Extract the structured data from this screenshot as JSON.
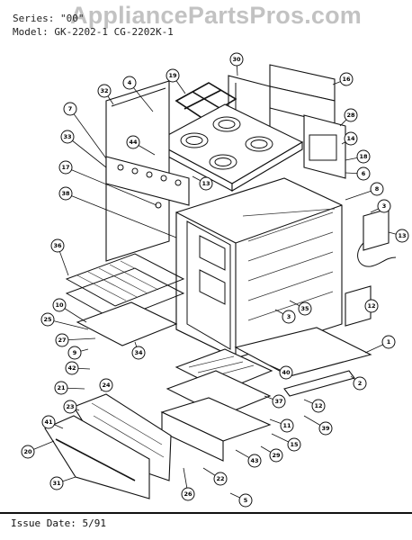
{
  "header": {
    "series_line": "Series: \"00\"",
    "model_line": "Model: GK-2202-1  CG-2202K-1",
    "watermark": "AppliancePartsPros.com"
  },
  "footer": {
    "issue_date": "Issue Date: 5/91"
  },
  "callouts": [
    "1",
    "2",
    "3",
    "4",
    "5",
    "6",
    "7",
    "8",
    "9",
    "10",
    "11",
    "12",
    "13",
    "14",
    "15",
    "16",
    "17",
    "18",
    "19",
    "20",
    "21",
    "22",
    "23",
    "24",
    "25",
    "26",
    "27",
    "28",
    "29",
    "30",
    "31",
    "32",
    "33",
    "34",
    "35",
    "36",
    "37",
    "38",
    "39",
    "40",
    "41",
    "42",
    "43",
    "44"
  ]
}
